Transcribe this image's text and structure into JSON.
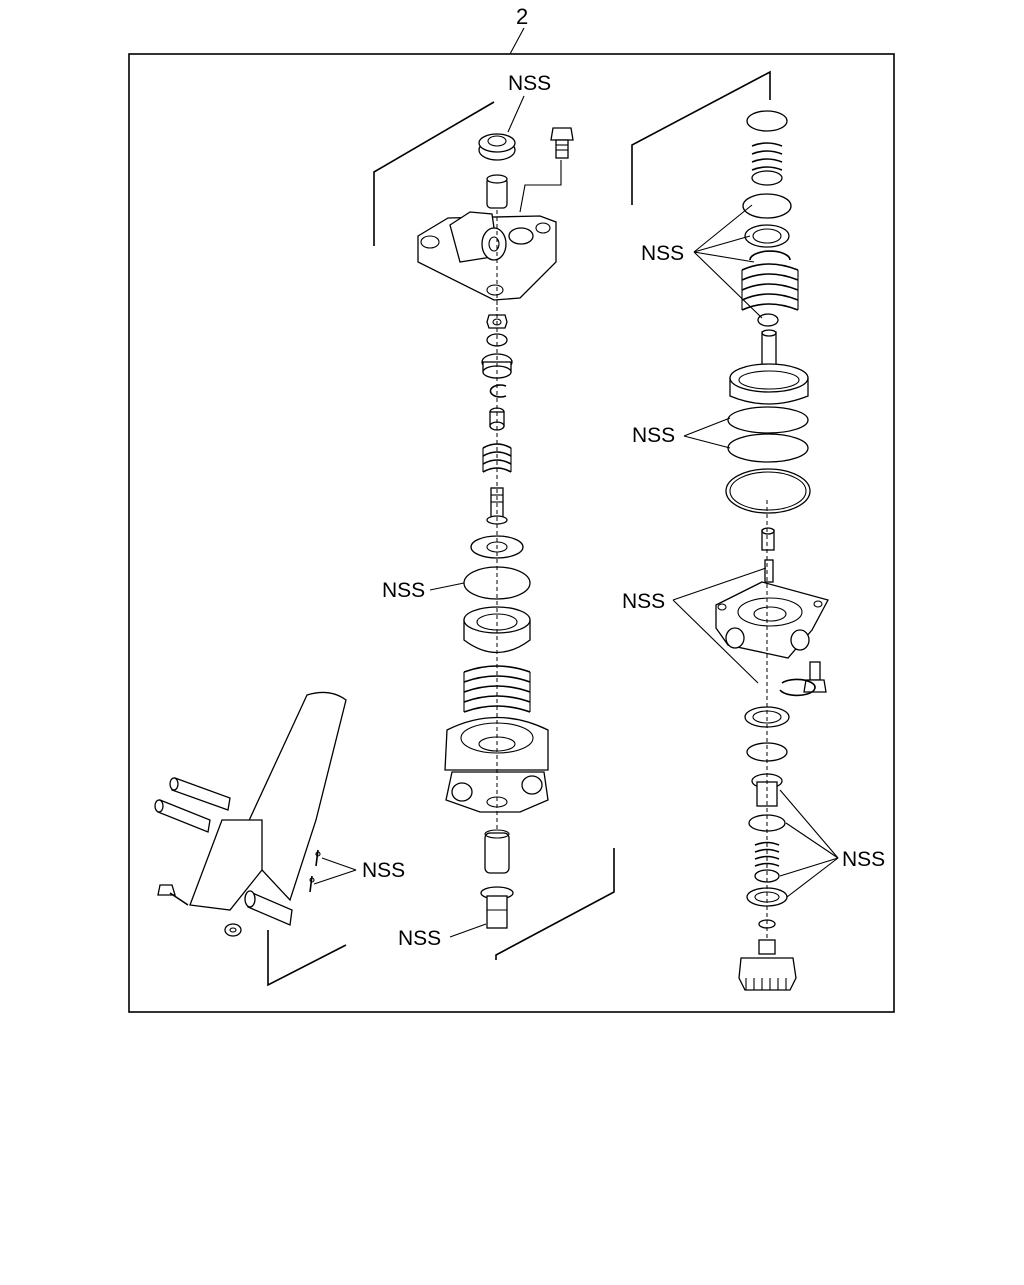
{
  "diagram": {
    "reference_number": "2",
    "labels": {
      "nss_top": "NSS",
      "nss_right_upper": "NSS",
      "nss_right_mid": "NSS",
      "nss_center": "NSS",
      "nss_right_lower": "NSS",
      "nss_pedal": "NSS",
      "nss_bottom": "NSS",
      "nss_right_bottom": "NSS"
    }
  }
}
